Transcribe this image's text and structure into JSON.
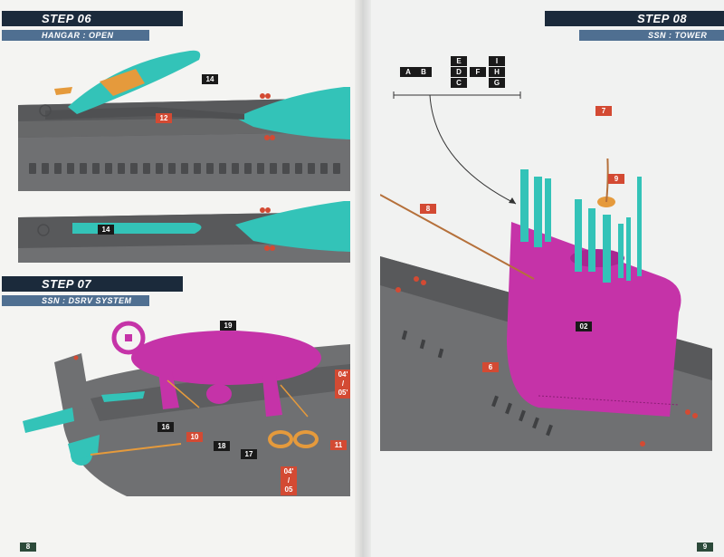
{
  "left_page": {
    "step06": {
      "title": "STEP 06",
      "subtitle": "HANGAR : OPEN"
    },
    "step07": {
      "title": "STEP 07",
      "subtitle": "SSN : DSRV SYSTEM"
    },
    "callouts": {
      "c14a": "14",
      "c12": "12",
      "c14b": "14",
      "c19": "19",
      "c16": "16",
      "c10": "10",
      "c18": "18",
      "c17": "17",
      "c04t": "04'",
      "c_slash_t": "/",
      "c05t": "05'",
      "c11": "11",
      "c04b": "04'",
      "c_slash_b": "/",
      "c05b": "05"
    },
    "page_number": "8"
  },
  "right_page": {
    "step08": {
      "title": "STEP 08",
      "subtitle": "SSN : TOWER"
    },
    "letters": {
      "A": "A",
      "B": "B",
      "C": "C",
      "D": "D",
      "E": "E",
      "F": "F",
      "G": "G",
      "H": "H",
      "I": "I"
    },
    "callouts": {
      "c7": "7",
      "c9": "9",
      "c8": "8",
      "c02": "02",
      "c6": "6"
    },
    "page_number": "9"
  },
  "colors": {
    "teal": "#33c3b8",
    "magenta": "#c533a8",
    "hull_gray": "#6f7072",
    "deck_gray": "#58595b",
    "orange_parts": "#e59a3c",
    "red_callout": "#d34a33",
    "header_navy": "#1b2a3b",
    "header_blue": "#4f6f91"
  }
}
